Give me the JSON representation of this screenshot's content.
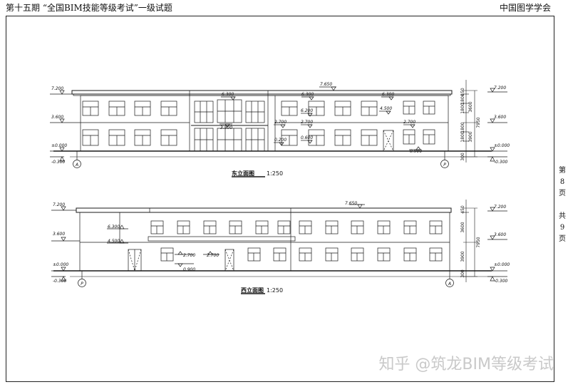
{
  "header": {
    "left": "第十五期 “全国BIM技能等级考试”一级试题",
    "right": "中国图学学会"
  },
  "side": {
    "page_label": [
      "第",
      "8",
      "页"
    ],
    "total_label": [
      "共",
      "9",
      "页"
    ]
  },
  "watermark": "知乎 @筑龙BIM等级考试",
  "east": {
    "title": "东立面图",
    "scale": "1:250",
    "levels": {
      "top": "7.200",
      "second": "3.600",
      "ground": "±0.000",
      "below": "-0.300",
      "roof": "7.650",
      "l6300a": "6.300",
      "l6300b": "6.300",
      "l6300c": "6.300",
      "l6200": "6.200",
      "l4500": "4.500",
      "l3800": "3.800",
      "l2700a": "2.700",
      "l2700b": "2.700",
      "l2700c": "2.700",
      "l0600": "0.600",
      "l0200": "0.200",
      "l0900": "0.900"
    },
    "dims": [
      "450",
      "1800",
      "1800",
      "3600",
      "1800",
      "1800",
      "3900",
      "300"
    ],
    "total": "7950",
    "axis_left": "A",
    "axis_right": "P"
  },
  "west": {
    "title": "西立面图",
    "scale": "1:250",
    "levels": {
      "top": "7.200",
      "second": "3.600",
      "ground": "±0.000",
      "below": "-0.300",
      "roof": "7.650",
      "l6300": "6.300",
      "l4500": "4.500",
      "l2700a": "2.700",
      "l2700b": "2.700",
      "l0900": "0.900"
    },
    "dims": [
      "450",
      "3600",
      "3900",
      "300"
    ],
    "total": "7950",
    "axis_left": "P",
    "axis_right": "A"
  }
}
